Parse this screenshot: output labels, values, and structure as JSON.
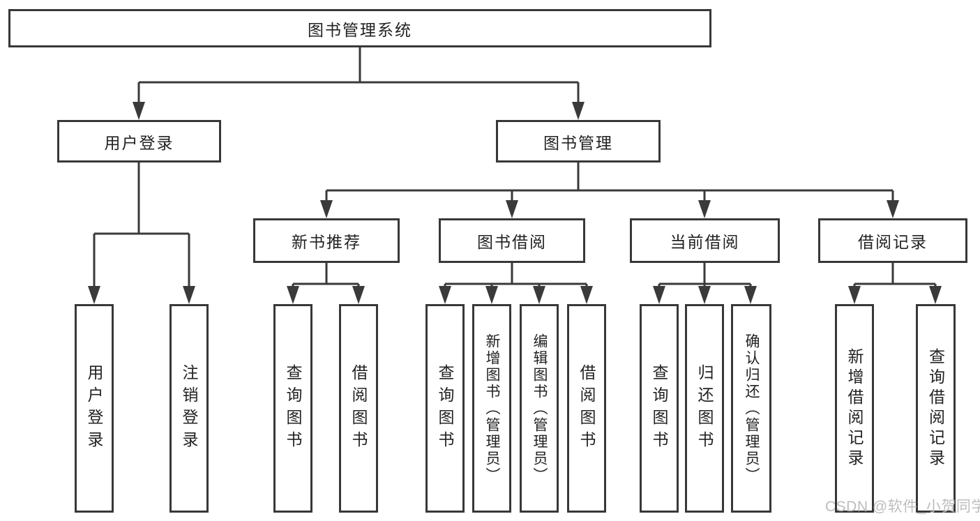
{
  "diagram": {
    "title": "图书管理系统",
    "type": "hierarchy-tree",
    "colors": {
      "line": "#3a3a3a",
      "box_border": "#383838",
      "text": "#222222",
      "background": "#ffffff",
      "watermark_text_color": "#bdbdbd"
    },
    "tree": {
      "root": {
        "label": "图书管理系统"
      },
      "branches": [
        {
          "label": "用户登录",
          "children": [
            {
              "label": "用户登录"
            },
            {
              "label": "注销登录"
            }
          ]
        },
        {
          "label": "图书管理",
          "children": [
            {
              "label": "新书推荐",
              "children": [
                {
                  "label": "查询图书"
                },
                {
                  "label": "借阅图书"
                }
              ]
            },
            {
              "label": "图书借阅",
              "children": [
                {
                  "label": "查询图书"
                },
                {
                  "label": "新增图书（管理员）"
                },
                {
                  "label": "编辑图书（管理员）"
                },
                {
                  "label": "借阅图书"
                }
              ]
            },
            {
              "label": "当前借阅",
              "children": [
                {
                  "label": "查询图书"
                },
                {
                  "label": "归还图书"
                },
                {
                  "label": "确认归还（管理员）"
                }
              ]
            },
            {
              "label": "借阅记录",
              "children": [
                {
                  "label": "新增借阅记录"
                },
                {
                  "label": "查询借阅记录"
                }
              ]
            }
          ]
        }
      ]
    },
    "watermark": {
      "text": "CSDN @软件_小贺同学"
    }
  }
}
